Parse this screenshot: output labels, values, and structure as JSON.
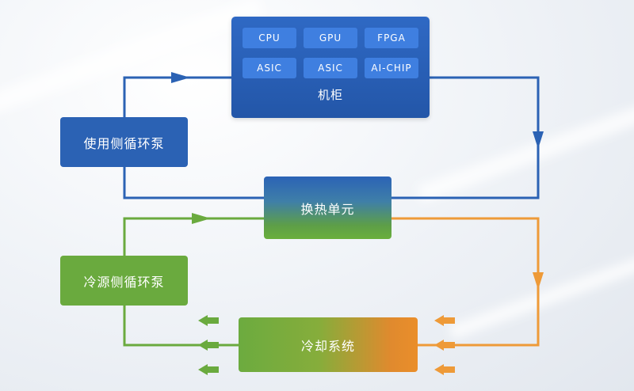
{
  "cabinet": {
    "label": "机柜",
    "chips": [
      {
        "label": "CPU"
      },
      {
        "label": "GPU"
      },
      {
        "label": "FPGA"
      },
      {
        "label": "ASIC"
      },
      {
        "label": "ASIC"
      },
      {
        "label": "AI-CHIP"
      }
    ]
  },
  "nodes": {
    "use_side_pump": "使用侧循环泵",
    "heat_exchange_unit": "换热单元",
    "cold_side_pump": "冷源侧循环泵",
    "cooling_system": "冷却系统"
  },
  "colors": {
    "primary_loop": "#2b62b4",
    "secondary_loop": "#6aaa3e",
    "hot_loop": "#ee9a38",
    "chip": "#3f7fe0"
  },
  "icons": {
    "flow_arrows": "arrow-icon",
    "chevrons": "double-chevron-icon"
  }
}
